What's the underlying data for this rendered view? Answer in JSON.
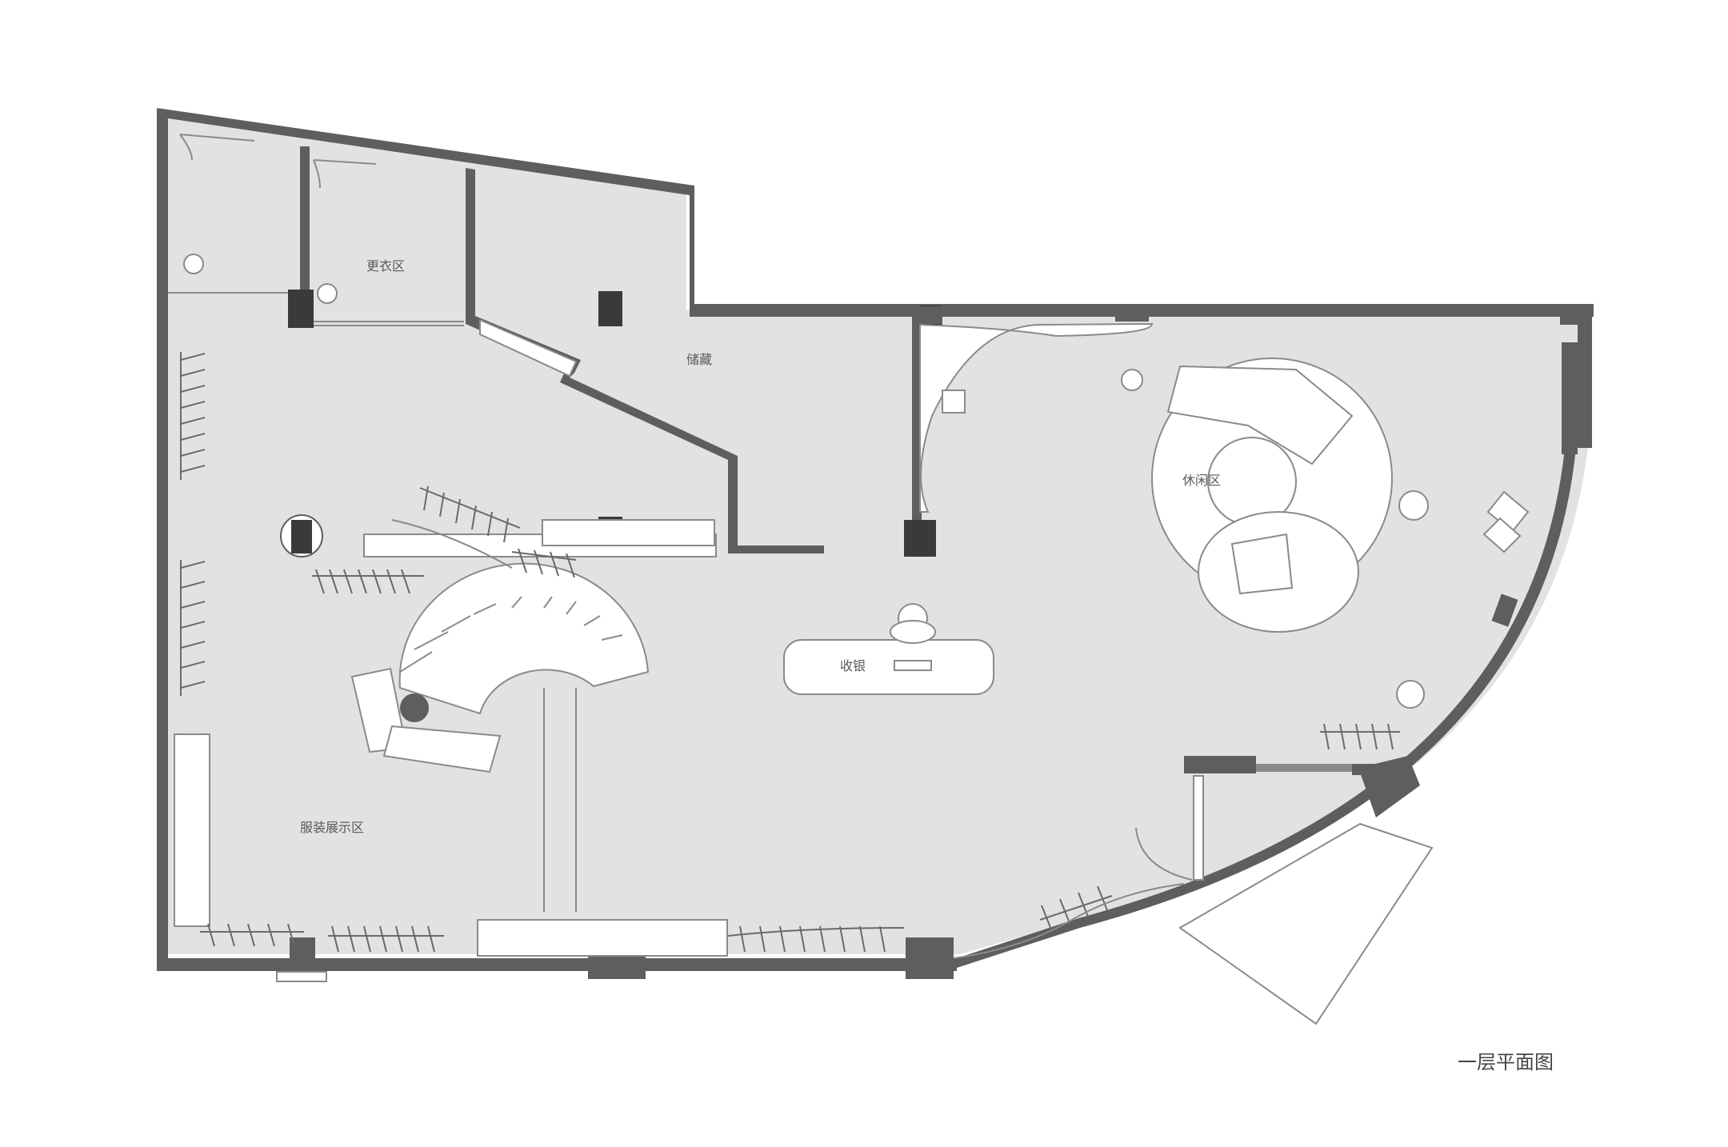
{
  "drawing": {
    "title": "一层平面图"
  },
  "rooms": {
    "fitting": "更衣区",
    "storage": "储藏",
    "lounge": "休闲区",
    "cashier": "收银",
    "display": "服装展示区"
  },
  "colors": {
    "floor": "#e2e2e2",
    "wall": "#5e5e5e",
    "column": "#3a3a3a",
    "line": "#8a8a8a",
    "background": "#ffffff"
  }
}
